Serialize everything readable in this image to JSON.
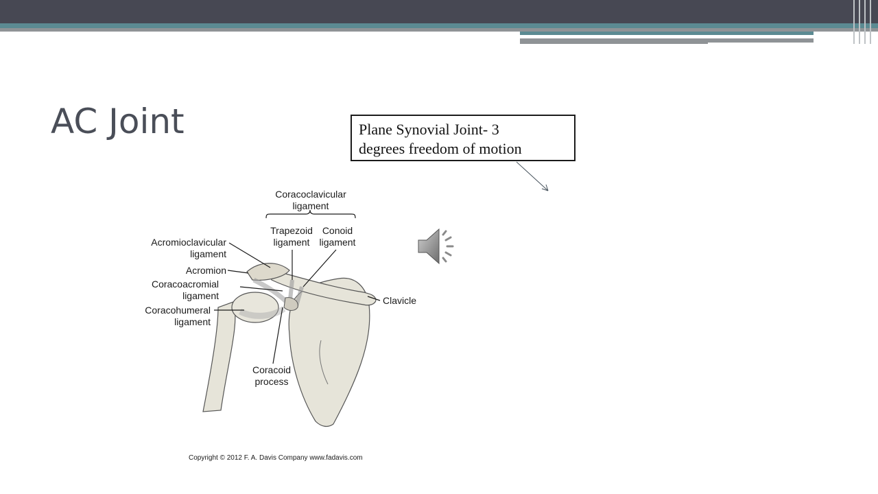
{
  "slide": {
    "title": "AC Joint",
    "callout_line1": "Plane Synovial Joint- 3",
    "callout_line2": "degrees freedom of motion"
  },
  "figure": {
    "labels": {
      "coracoclavicular_1": "Coracoclavicular",
      "coracoclavicular_2": "ligament",
      "trapezoid_1": "Trapezoid",
      "trapezoid_2": "ligament",
      "conoid_1": "Conoid",
      "conoid_2": "ligament",
      "acromioclavicular_1": "Acromioclavicular",
      "acromioclavicular_2": "ligament",
      "acromion": "Acromion",
      "coracoacromial_1": "Coracoacromial",
      "coracoacromial_2": "ligament",
      "coracohumeral_1": "Coracohumeral",
      "coracohumeral_2": "ligament",
      "clavicle": "Clavicle",
      "coracoid_1": "Coracoid",
      "coracoid_2": "process"
    },
    "copyright": "Copyright © 2012  F. A. Davis Company   www.fadavis.com"
  },
  "icons": {
    "audio": "speaker-icon"
  },
  "colors": {
    "topbar": "#474853",
    "accent_teal": "#5b8a92",
    "accent_gray": "#8f9396",
    "title": "#4a4e58",
    "bone": "#e6e4d9"
  }
}
